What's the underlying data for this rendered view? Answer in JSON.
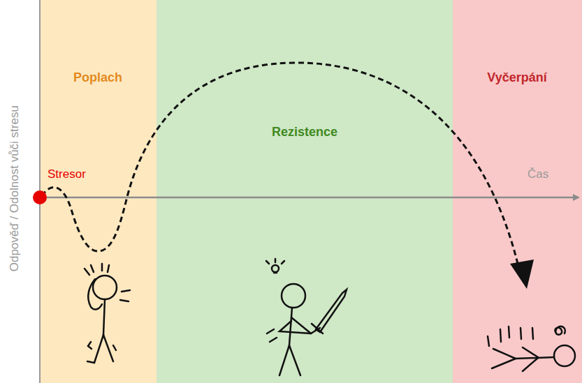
{
  "diagram": {
    "nodes": [
      {
        "text": [
          "Poplach"
        ]
      },
      {
        "text": [
          "Rezistence"
        ]
      },
      {
        "text": [
          "Vyčerpání"
        ]
      }
    ],
    "labels": [
      "Stresor",
      "Čas",
      "Odpověď / Odolnost vůči stresu"
    ]
  }
}
